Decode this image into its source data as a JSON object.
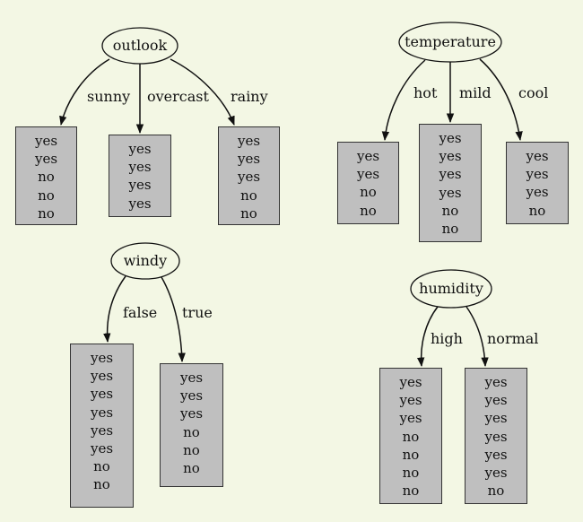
{
  "colors": {
    "background": "#f3f7e4",
    "leaf_fill": "#bfbfbf",
    "stroke": "#111111"
  },
  "trees": [
    {
      "attribute": "outlook",
      "branches": [
        {
          "label": "sunny",
          "values": [
            "yes",
            "yes",
            "no",
            "no",
            "no"
          ]
        },
        {
          "label": "overcast",
          "values": [
            "yes",
            "yes",
            "yes",
            "yes"
          ]
        },
        {
          "label": "rainy",
          "values": [
            "yes",
            "yes",
            "yes",
            "no",
            "no"
          ]
        }
      ]
    },
    {
      "attribute": "temperature",
      "branches": [
        {
          "label": "hot",
          "values": [
            "yes",
            "yes",
            "no",
            "no"
          ]
        },
        {
          "label": "mild",
          "values": [
            "yes",
            "yes",
            "yes",
            "yes",
            "no",
            "no"
          ]
        },
        {
          "label": "cool",
          "values": [
            "yes",
            "yes",
            "yes",
            "no"
          ]
        }
      ]
    },
    {
      "attribute": "windy",
      "branches": [
        {
          "label": "false",
          "values": [
            "yes",
            "yes",
            "yes",
            "yes",
            "yes",
            "yes",
            "no",
            "no"
          ]
        },
        {
          "label": "true",
          "values": [
            "yes",
            "yes",
            "yes",
            "no",
            "no",
            "no"
          ]
        }
      ]
    },
    {
      "attribute": "humidity",
      "branches": [
        {
          "label": "high",
          "values": [
            "yes",
            "yes",
            "yes",
            "no",
            "no",
            "no",
            "no"
          ]
        },
        {
          "label": "normal",
          "values": [
            "yes",
            "yes",
            "yes",
            "yes",
            "yes",
            "yes",
            "no"
          ]
        }
      ]
    }
  ]
}
